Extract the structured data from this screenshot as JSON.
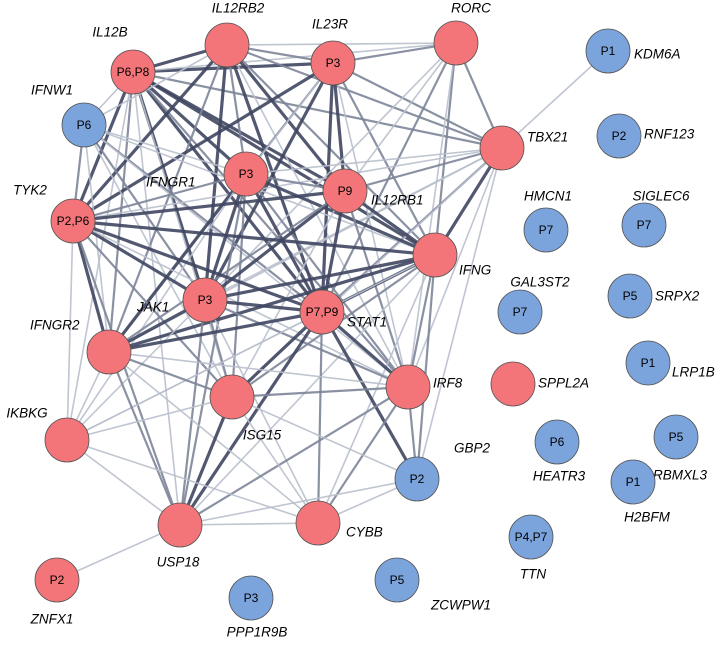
{
  "colors": {
    "red": "#f47579",
    "blue": "#7ba3dc"
  },
  "nodes": [
    {
      "id": "IL12B",
      "gene": "IL12B",
      "tag": "P6,P8",
      "color": "red"
    },
    {
      "id": "IL12RB2",
      "gene": "IL12RB2",
      "tag": "",
      "color": "red"
    },
    {
      "id": "IL23R",
      "gene": "IL23R",
      "tag": "P3",
      "color": "red"
    },
    {
      "id": "RORC",
      "gene": "RORC",
      "tag": "",
      "color": "red"
    },
    {
      "id": "KDM6A",
      "gene": "KDM6A",
      "tag": "P1",
      "color": "blue"
    },
    {
      "id": "IFNW1",
      "gene": "IFNW1",
      "tag": "P6",
      "color": "blue"
    },
    {
      "id": "TBX21",
      "gene": "TBX21",
      "tag": "",
      "color": "red"
    },
    {
      "id": "RNF123",
      "gene": "RNF123",
      "tag": "P2",
      "color": "blue"
    },
    {
      "id": "IFNGR1",
      "gene": "IFNGR1",
      "tag": "P3",
      "color": "red"
    },
    {
      "id": "IL12RB1",
      "gene": "IL12RB1",
      "tag": "P9",
      "color": "red"
    },
    {
      "id": "TYK2",
      "gene": "TYK2",
      "tag": "P2,P6",
      "color": "red"
    },
    {
      "id": "HMCN1",
      "gene": "HMCN1",
      "tag": "P7",
      "color": "blue"
    },
    {
      "id": "SIGLEC6",
      "gene": "SIGLEC6",
      "tag": "P7",
      "color": "blue"
    },
    {
      "id": "IFNG",
      "gene": "IFNG",
      "tag": "",
      "color": "red"
    },
    {
      "id": "GAL3ST2",
      "gene": "GAL3ST2",
      "tag": "P7",
      "color": "blue"
    },
    {
      "id": "SRPX2",
      "gene": "SRPX2",
      "tag": "P5",
      "color": "blue"
    },
    {
      "id": "JAK1",
      "gene": "JAK1",
      "tag": "P3",
      "color": "red"
    },
    {
      "id": "STAT1",
      "gene": "STAT1",
      "tag": "P7,P9",
      "color": "red"
    },
    {
      "id": "IFNGR2",
      "gene": "IFNGR2",
      "tag": "",
      "color": "red"
    },
    {
      "id": "LRP1B",
      "gene": "LRP1B",
      "tag": "P1",
      "color": "blue"
    },
    {
      "id": "IRF8",
      "gene": "IRF8",
      "tag": "",
      "color": "red"
    },
    {
      "id": "SPPL2A",
      "gene": "SPPL2A",
      "tag": "",
      "color": "red"
    },
    {
      "id": "ISG15",
      "gene": "ISG15",
      "tag": "",
      "color": "red"
    },
    {
      "id": "IKBKG",
      "gene": "IKBKG",
      "tag": "",
      "color": "red"
    },
    {
      "id": "HEATR3",
      "gene": "HEATR3",
      "tag": "P6",
      "color": "blue"
    },
    {
      "id": "RBMXL3",
      "gene": "RBMXL3",
      "tag": "P5",
      "color": "blue"
    },
    {
      "id": "GBP2",
      "gene": "GBP2",
      "tag": "P2",
      "color": "blue"
    },
    {
      "id": "H2BFM",
      "gene": "H2BFM",
      "tag": "P1",
      "color": "blue"
    },
    {
      "id": "TTN",
      "gene": "TTN",
      "tag": "P4,P7",
      "color": "blue"
    },
    {
      "id": "USP18",
      "gene": "USP18",
      "tag": "",
      "color": "red"
    },
    {
      "id": "CYBB",
      "gene": "CYBB",
      "tag": "",
      "color": "red"
    },
    {
      "id": "ZCWPW1",
      "gene": "ZCWPW1",
      "tag": "P5",
      "color": "blue"
    },
    {
      "id": "ZNFX1",
      "gene": "ZNFX1",
      "tag": "P2",
      "color": "red"
    },
    {
      "id": "PPP1R9B",
      "gene": "PPP1R9B",
      "tag": "P3",
      "color": "blue"
    }
  ],
  "edges": [
    [
      "IL12B",
      "IL12RB2",
      3
    ],
    [
      "IL12B",
      "IL23R",
      3
    ],
    [
      "IL12B",
      "IL12RB1",
      3
    ],
    [
      "IL12B",
      "IFNGR1",
      3
    ],
    [
      "IL12B",
      "TYK2",
      3
    ],
    [
      "IL12B",
      "JAK1",
      3
    ],
    [
      "IL12B",
      "STAT1",
      3
    ],
    [
      "IL12B",
      "IFNG",
      3
    ],
    [
      "IL12B",
      "IFNGR2",
      2
    ],
    [
      "IL12B",
      "TBX21",
      2
    ],
    [
      "IL12B",
      "RORC",
      1
    ],
    [
      "IL12B",
      "IRF8",
      2
    ],
    [
      "IL12B",
      "IFNW1",
      1
    ],
    [
      "IL12B",
      "ISG15",
      1
    ],
    [
      "IL12B",
      "USP18",
      1
    ],
    [
      "IL12B",
      "IKBKG",
      1
    ],
    [
      "IL12RB2",
      "IL23R",
      2
    ],
    [
      "IL12RB2",
      "IL12RB1",
      3
    ],
    [
      "IL12RB2",
      "TYK2",
      3
    ],
    [
      "IL12RB2",
      "JAK1",
      3
    ],
    [
      "IL12RB2",
      "STAT1",
      3
    ],
    [
      "IL12RB2",
      "IFNG",
      2
    ],
    [
      "IL12RB2",
      "IFNGR1",
      2
    ],
    [
      "IL12RB2",
      "TBX21",
      2
    ],
    [
      "IL12RB2",
      "RORC",
      1
    ],
    [
      "IL12RB2",
      "IFNGR2",
      2
    ],
    [
      "IL12RB2",
      "IFNW1",
      1
    ],
    [
      "IL12RB2",
      "IRF8",
      1
    ],
    [
      "IL23R",
      "IL12RB1",
      3
    ],
    [
      "IL23R",
      "TYK2",
      3
    ],
    [
      "IL23R",
      "JAK1",
      3
    ],
    [
      "IL23R",
      "STAT1",
      3
    ],
    [
      "IL23R",
      "RORC",
      2
    ],
    [
      "IL23R",
      "IFNG",
      2
    ],
    [
      "IL23R",
      "TBX21",
      2
    ],
    [
      "IL23R",
      "IFNGR1",
      2
    ],
    [
      "IL23R",
      "IFNGR2",
      1
    ],
    [
      "IL23R",
      "IRF8",
      1
    ],
    [
      "RORC",
      "TBX21",
      2
    ],
    [
      "RORC",
      "IFNG",
      2
    ],
    [
      "RORC",
      "STAT1",
      2
    ],
    [
      "RORC",
      "JAK1",
      1
    ],
    [
      "RORC",
      "IL12RB1",
      1
    ],
    [
      "RORC",
      "IRF8",
      1
    ],
    [
      "KDM6A",
      "TBX21",
      1
    ],
    [
      "IFNW1",
      "TYK2",
      2
    ],
    [
      "IFNW1",
      "JAK1",
      2
    ],
    [
      "IFNW1",
      "STAT1",
      2
    ],
    [
      "IFNW1",
      "IFNGR1",
      1
    ],
    [
      "IFNW1",
      "IFNG",
      1
    ],
    [
      "IFNW1",
      "ISG15",
      1
    ],
    [
      "IFNW1",
      "IFNGR2",
      1
    ],
    [
      "IFNW1",
      "IRF8",
      1
    ],
    [
      "TBX21",
      "IFNG",
      3
    ],
    [
      "TBX21",
      "STAT1",
      2
    ],
    [
      "TBX21",
      "IL12RB1",
      2
    ],
    [
      "TBX21",
      "JAK1",
      1
    ],
    [
      "TBX21",
      "IRF8",
      1
    ],
    [
      "TBX21",
      "IFNGR1",
      1
    ],
    [
      "TBX21",
      "TYK2",
      1
    ],
    [
      "TBX21",
      "IFNGR2",
      1
    ],
    [
      "TBX21",
      "GBP2",
      1
    ],
    [
      "TBX21",
      "ISG15",
      1
    ],
    [
      "IFNGR1",
      "IFNG",
      3
    ],
    [
      "IFNGR1",
      "JAK1",
      3
    ],
    [
      "IFNGR1",
      "STAT1",
      3
    ],
    [
      "IFNGR1",
      "TYK2",
      2
    ],
    [
      "IFNGR1",
      "IFNGR2",
      3
    ],
    [
      "IFNGR1",
      "IL12RB1",
      2
    ],
    [
      "IFNGR1",
      "IRF8",
      2
    ],
    [
      "IFNGR1",
      "ISG15",
      2
    ],
    [
      "IFNGR1",
      "USP18",
      2
    ],
    [
      "IFNGR1",
      "IKBKG",
      1
    ],
    [
      "IL12RB1",
      "TYK2",
      3
    ],
    [
      "IL12RB1",
      "JAK1",
      3
    ],
    [
      "IL12RB1",
      "STAT1",
      3
    ],
    [
      "IL12RB1",
      "IFNG",
      3
    ],
    [
      "IL12RB1",
      "IFNGR2",
      2
    ],
    [
      "IL12RB1",
      "IRF8",
      2
    ],
    [
      "IL12RB1",
      "ISG15",
      1
    ],
    [
      "TYK2",
      "JAK1",
      3
    ],
    [
      "TYK2",
      "STAT1",
      3
    ],
    [
      "TYK2",
      "IFNGR2",
      3
    ],
    [
      "TYK2",
      "IFNG",
      3
    ],
    [
      "TYK2",
      "ISG15",
      2
    ],
    [
      "TYK2",
      "USP18",
      2
    ],
    [
      "TYK2",
      "IKBKG",
      1
    ],
    [
      "TYK2",
      "IRF8",
      1
    ],
    [
      "IFNG",
      "STAT1",
      3
    ],
    [
      "IFNG",
      "JAK1",
      3
    ],
    [
      "IFNG",
      "IFNGR2",
      3
    ],
    [
      "IFNG",
      "IRF8",
      2
    ],
    [
      "IFNG",
      "ISG15",
      2
    ],
    [
      "IFNG",
      "CYBB",
      1
    ],
    [
      "IFNG",
      "GBP2",
      2
    ],
    [
      "IFNG",
      "USP18",
      1
    ],
    [
      "IFNG",
      "IKBKG",
      1
    ],
    [
      "JAK1",
      "STAT1",
      3
    ],
    [
      "JAK1",
      "IFNGR2",
      3
    ],
    [
      "JAK1",
      "ISG15",
      2
    ],
    [
      "JAK1",
      "USP18",
      2
    ],
    [
      "JAK1",
      "IRF8",
      2
    ],
    [
      "JAK1",
      "IKBKG",
      1
    ],
    [
      "JAK1",
      "CYBB",
      1
    ],
    [
      "STAT1",
      "IFNGR2",
      3
    ],
    [
      "STAT1",
      "IRF8",
      3
    ],
    [
      "STAT1",
      "ISG15",
      3
    ],
    [
      "STAT1",
      "USP18",
      3
    ],
    [
      "STAT1",
      "GBP2",
      3
    ],
    [
      "STAT1",
      "CYBB",
      2
    ],
    [
      "STAT1",
      "IKBKG",
      1
    ],
    [
      "IFNGR2",
      "ISG15",
      2
    ],
    [
      "IFNGR2",
      "IKBKG",
      1
    ],
    [
      "IFNGR2",
      "USP18",
      2
    ],
    [
      "IFNGR2",
      "IRF8",
      1
    ],
    [
      "IFNGR2",
      "CYBB",
      1
    ],
    [
      "IRF8",
      "ISG15",
      2
    ],
    [
      "IRF8",
      "GBP2",
      2
    ],
    [
      "IRF8",
      "CYBB",
      2
    ],
    [
      "IRF8",
      "USP18",
      2
    ],
    [
      "ISG15",
      "USP18",
      3
    ],
    [
      "ISG15",
      "IKBKG",
      1
    ],
    [
      "ISG15",
      "GBP2",
      1
    ],
    [
      "ISG15",
      "CYBB",
      1
    ],
    [
      "IKBKG",
      "USP18",
      1
    ],
    [
      "IKBKG",
      "CYBB",
      1
    ],
    [
      "USP18",
      "CYBB",
      1
    ],
    [
      "USP18",
      "GBP2",
      1
    ],
    [
      "USP18",
      "ZNFX1",
      1
    ],
    [
      "CYBB",
      "GBP2",
      1
    ]
  ]
}
